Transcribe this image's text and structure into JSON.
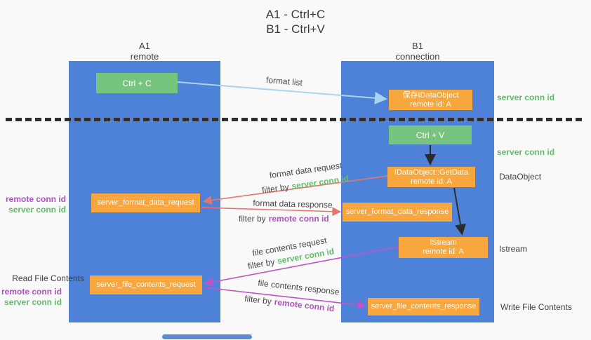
{
  "title": {
    "line1": "A1 - Ctrl+C",
    "line2": "B1 - Ctrl+V"
  },
  "lifelines": [
    {
      "name": "A1",
      "subtitle": "remote"
    },
    {
      "name": "B1",
      "subtitle": "connection"
    }
  ],
  "nodes": {
    "ctrl_c": {
      "label": "Ctrl + C"
    },
    "ctrl_v": {
      "label": "Ctrl + V"
    },
    "save_dataobject": {
      "line1": "保存IDataObject",
      "line2": "remote id: A"
    },
    "getdata": {
      "line1": "IDataObject::GetData",
      "line2": "remote id: A"
    },
    "istream": {
      "line1": "IStream",
      "line2": "remote id: A"
    },
    "format_request": {
      "label": "server_format_data_request"
    },
    "format_response": {
      "label": "server_format_data_response"
    },
    "file_request": {
      "label": "server_file_contents_request"
    },
    "file_response": {
      "label": "server_file_contents_response"
    }
  },
  "messages": {
    "format_list": "format list",
    "format_data_request": "format data request",
    "format_data_response": "format data response",
    "file_contents_request": "file contents request",
    "file_contents_response": "file contents response",
    "filter_by": "filter by",
    "server_conn_id": "server conn id",
    "remote_conn_id": "remote conn id"
  },
  "annotations": {
    "server_conn_id_top": "server conn id",
    "server_conn_id_mid": "server conn id",
    "dataobject": "DataObject",
    "istream": "Istream",
    "write_file_contents": "Write File Contents",
    "read_file_contents": "Read File Contents",
    "remote_conn_id_left1": "remote conn id",
    "server_conn_id_left1": "server conn id",
    "remote_conn_id_left2": "remote conn id",
    "server_conn_id_left2": "server conn id"
  },
  "colors": {
    "lifeline_blue": "#4E82D9",
    "node_green": "#77C47F",
    "node_orange": "#F7A73E",
    "arrow_light_blue": "#A8D4F2",
    "arrow_red": "#E8756B",
    "arrow_magenta": "#BF54C6",
    "arrow_black": "#2B2B2B",
    "text_green": "#5FBF68",
    "text_purple": "#B052C0",
    "text_dark": "#3F3F3F",
    "background": "#F9F9F9"
  }
}
